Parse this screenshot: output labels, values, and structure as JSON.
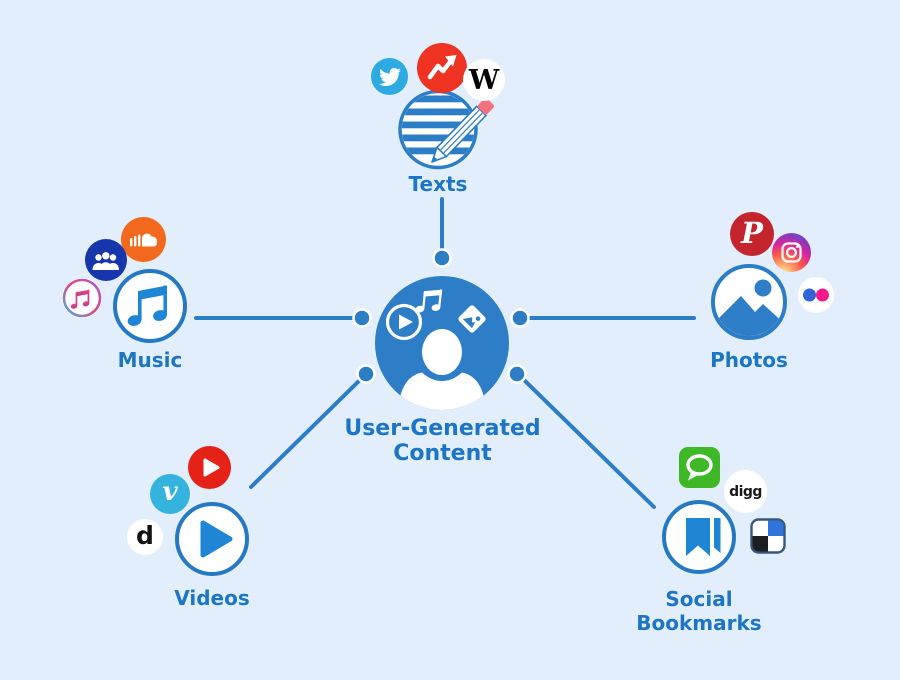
{
  "diagram": {
    "type": "hub-and-spoke",
    "hub": "user-generated-content",
    "connections": [
      {
        "from": "hub",
        "to": "texts"
      },
      {
        "from": "hub",
        "to": "music"
      },
      {
        "from": "hub",
        "to": "photos"
      },
      {
        "from": "hub",
        "to": "videos"
      },
      {
        "from": "hub",
        "to": "social-bookmarks"
      }
    ]
  },
  "center": {
    "title_line1": "User-Generated",
    "title_line2": "Content",
    "icons": [
      "play-icon",
      "music-note-icon",
      "photo-icon",
      "person-icon"
    ]
  },
  "nodes": {
    "texts": {
      "label": "Texts",
      "main_icon": "lined-page-pencil-icon",
      "satellites": [
        "twitter-icon",
        "buzzfeed-icon",
        "wikipedia-icon"
      ]
    },
    "music": {
      "label": "Music",
      "main_icon": "music-note-icon",
      "satellites": [
        "soundcloud-icon",
        "myspace-icon",
        "itunes-icon"
      ]
    },
    "photos": {
      "label": "Photos",
      "main_icon": "landscape-photo-icon",
      "satellites": [
        "pinterest-icon",
        "instagram-icon",
        "flickr-icon"
      ]
    },
    "videos": {
      "label": "Videos",
      "main_icon": "play-icon",
      "satellites": [
        "youtube-icon",
        "vimeo-icon",
        "dailymotion-icon"
      ]
    },
    "bookmarks": {
      "label_line1": "Social",
      "label_line2": "Bookmarks",
      "main_icon": "bookmark-ribbon-icon",
      "satellites": [
        "chat-bubble-icon",
        "digg-icon",
        "delicious-icon"
      ]
    }
  },
  "glyphs": {
    "wikipedia": "W",
    "digg": "digg",
    "vimeo": "v",
    "dailymotion": "d",
    "pinterest": "P"
  },
  "colors": {
    "background": "#e2eefb",
    "structure_blue": "#2b7ec6",
    "hub_blue": "#2d7ec6",
    "label_blue": "#1c76c5",
    "icon_blue": "#1e86d4",
    "twitter_blue": "#2caae1",
    "buzzfeed_red": "#ee3322",
    "soundcloud_orange": "#f2691e",
    "myspace_navy": "#1636ac",
    "pinterest_red": "#c4242b",
    "flickr_blue": "#2f63d6",
    "flickr_pink": "#f5188c",
    "youtube_red": "#e62117",
    "vimeo_blue": "#33b3dd",
    "chat_green": "#3eb826",
    "delicious_blue": "#3274dc",
    "pencil_eraser_pink": "#f2737f"
  }
}
